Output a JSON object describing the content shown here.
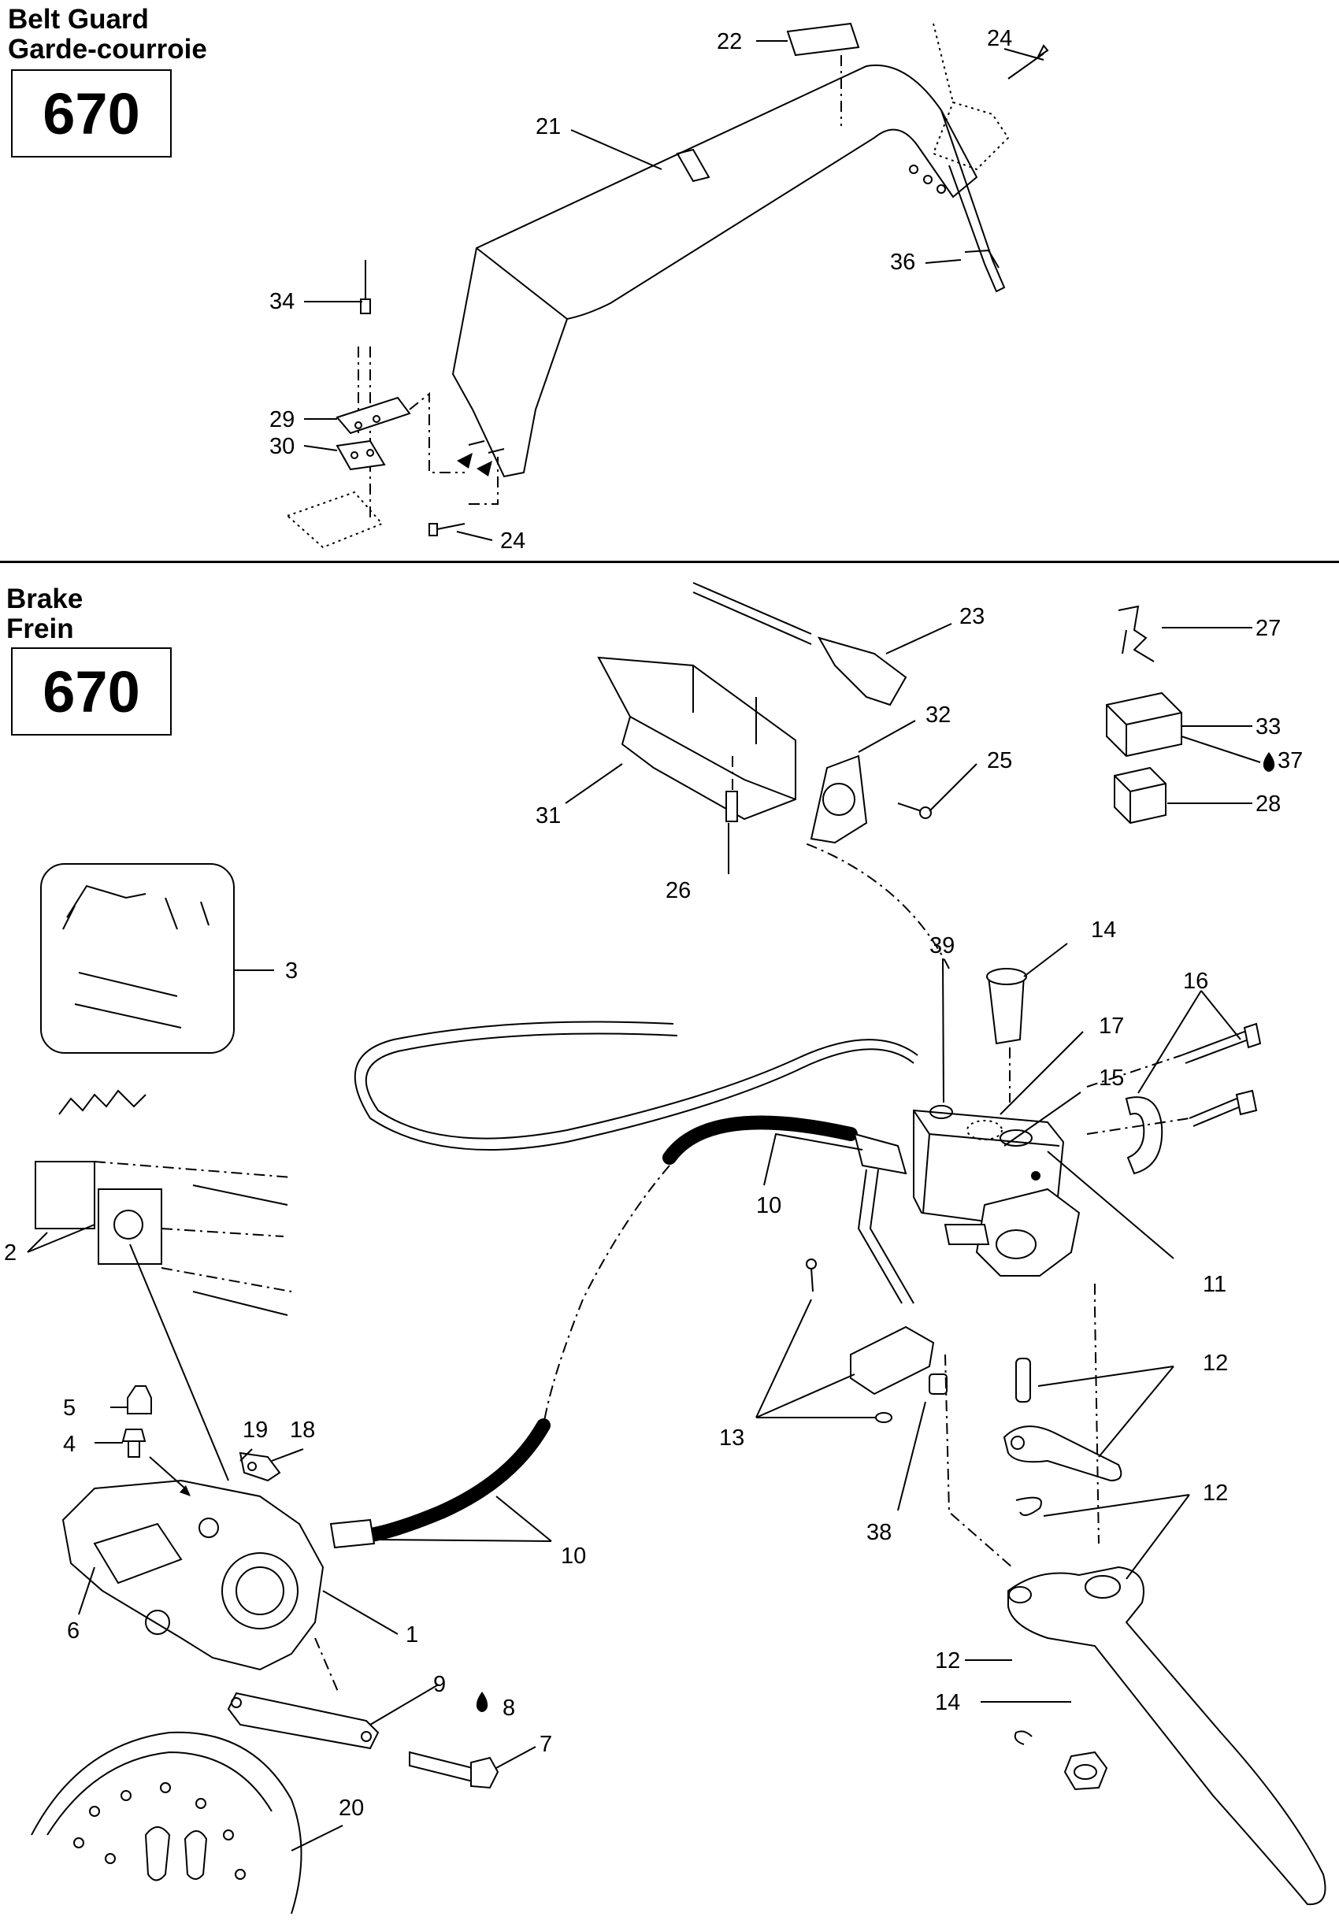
{
  "sections": {
    "belt_guard": {
      "title_en": "Belt Guard",
      "title_fr": "Garde-courroie",
      "page_number": "670"
    },
    "brake": {
      "title_en": "Brake",
      "title_fr": "Frein",
      "page_number": "670"
    }
  },
  "callouts": {
    "c22": "22",
    "c24a": "24",
    "c21": "21",
    "c36": "36",
    "c34": "34",
    "c29": "29",
    "c30": "30",
    "c24b": "24",
    "c23": "23",
    "c27": "27",
    "c32": "32",
    "c25": "25",
    "c33": "33",
    "c37": "37",
    "c28": "28",
    "c31": "31",
    "c26": "26",
    "c3": "3",
    "c39": "39",
    "c14a": "14",
    "c16": "16",
    "c17": "17",
    "c15": "15",
    "c2": "2",
    "c10a": "10",
    "c11": "11",
    "c12a": "12",
    "c13": "13",
    "c5": "5",
    "c19": "19",
    "c18": "18",
    "c4": "4",
    "c12b": "12",
    "c38": "38",
    "c10b": "10",
    "c1": "1",
    "c6": "6",
    "c9": "9",
    "c8": "8",
    "c12c": "12",
    "c7": "7",
    "c14b": "14",
    "c20": "20"
  },
  "icons": {
    "lubricant": "oil-drop-icon"
  }
}
